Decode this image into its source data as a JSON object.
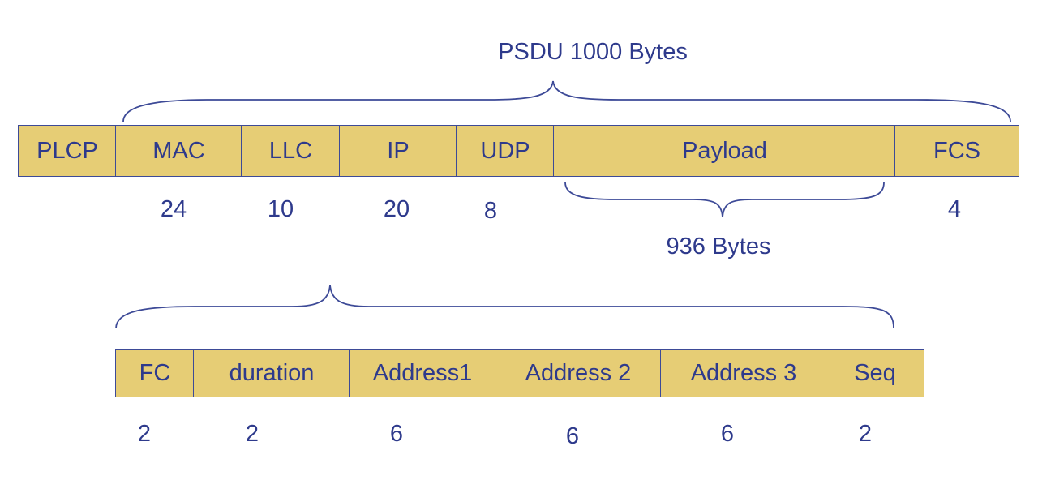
{
  "psdu_label": "PSDU 1000 Bytes",
  "payload_label": "936 Bytes",
  "frame": {
    "fields": [
      {
        "name": "PLCP",
        "size": ""
      },
      {
        "name": "MAC",
        "size": "24"
      },
      {
        "name": "LLC",
        "size": "10"
      },
      {
        "name": "IP",
        "size": "20"
      },
      {
        "name": "UDP",
        "size": "8"
      },
      {
        "name": "Payload",
        "size": ""
      },
      {
        "name": "FCS",
        "size": "4"
      }
    ]
  },
  "mac_header": {
    "fields": [
      {
        "name": "FC",
        "size": "2"
      },
      {
        "name": "duration",
        "size": "2"
      },
      {
        "name": "Address1",
        "size": "6"
      },
      {
        "name": "Address 2",
        "size": "6"
      },
      {
        "name": "Address 3",
        "size": "6"
      },
      {
        "name": "Seq",
        "size": "2"
      }
    ]
  },
  "colors": {
    "cell_fill": "#e6cd75",
    "stroke": "#3d4a97",
    "text": "#2e3a8c"
  }
}
